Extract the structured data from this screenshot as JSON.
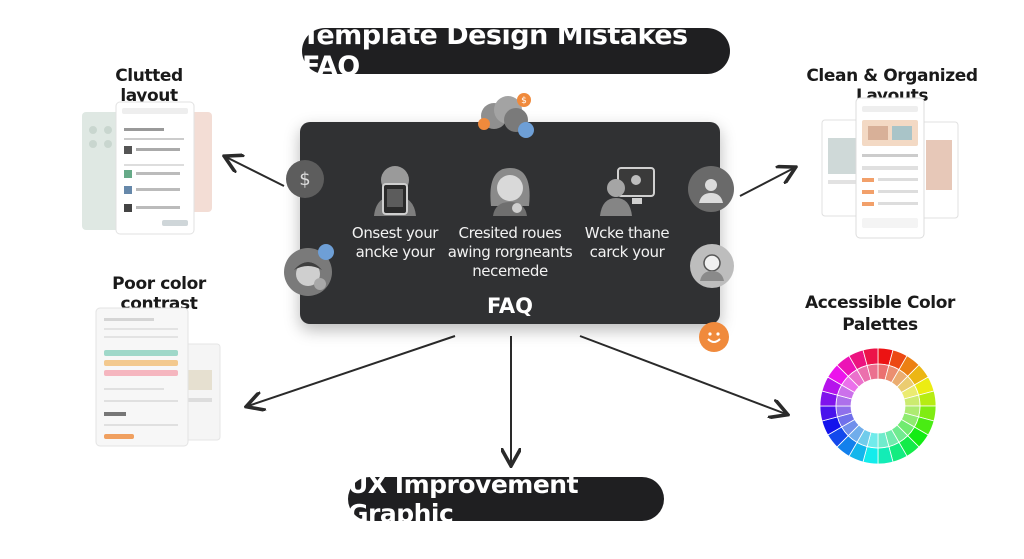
{
  "title": "Template Design Mistakes FAQ",
  "bottom_label": "UX Improvement Graphic",
  "center": {
    "columns": [
      {
        "icon": "tablet-user-icon",
        "text": [
          "Onsest your",
          "ancke your"
        ]
      },
      {
        "icon": "woman-avatar-icon",
        "text": [
          "Cresited roues",
          "awing rorgneants",
          "necemede"
        ]
      },
      {
        "icon": "computer-user-icon",
        "text": [
          "Wcke thane",
          "carck your"
        ]
      }
    ],
    "faq_label": "FAQ"
  },
  "labels": {
    "top_left": "Clutted layout",
    "mid_left": "Poor color contrast",
    "top_right": "Clean & Organized Layouts",
    "mid_right": [
      "Accessible Color",
      "Palettes"
    ]
  },
  "colors": {
    "dark": "#1f1f21",
    "board": "#303133",
    "accent_orange": "#f08a3c",
    "accent_blue": "#6e9fd6"
  }
}
